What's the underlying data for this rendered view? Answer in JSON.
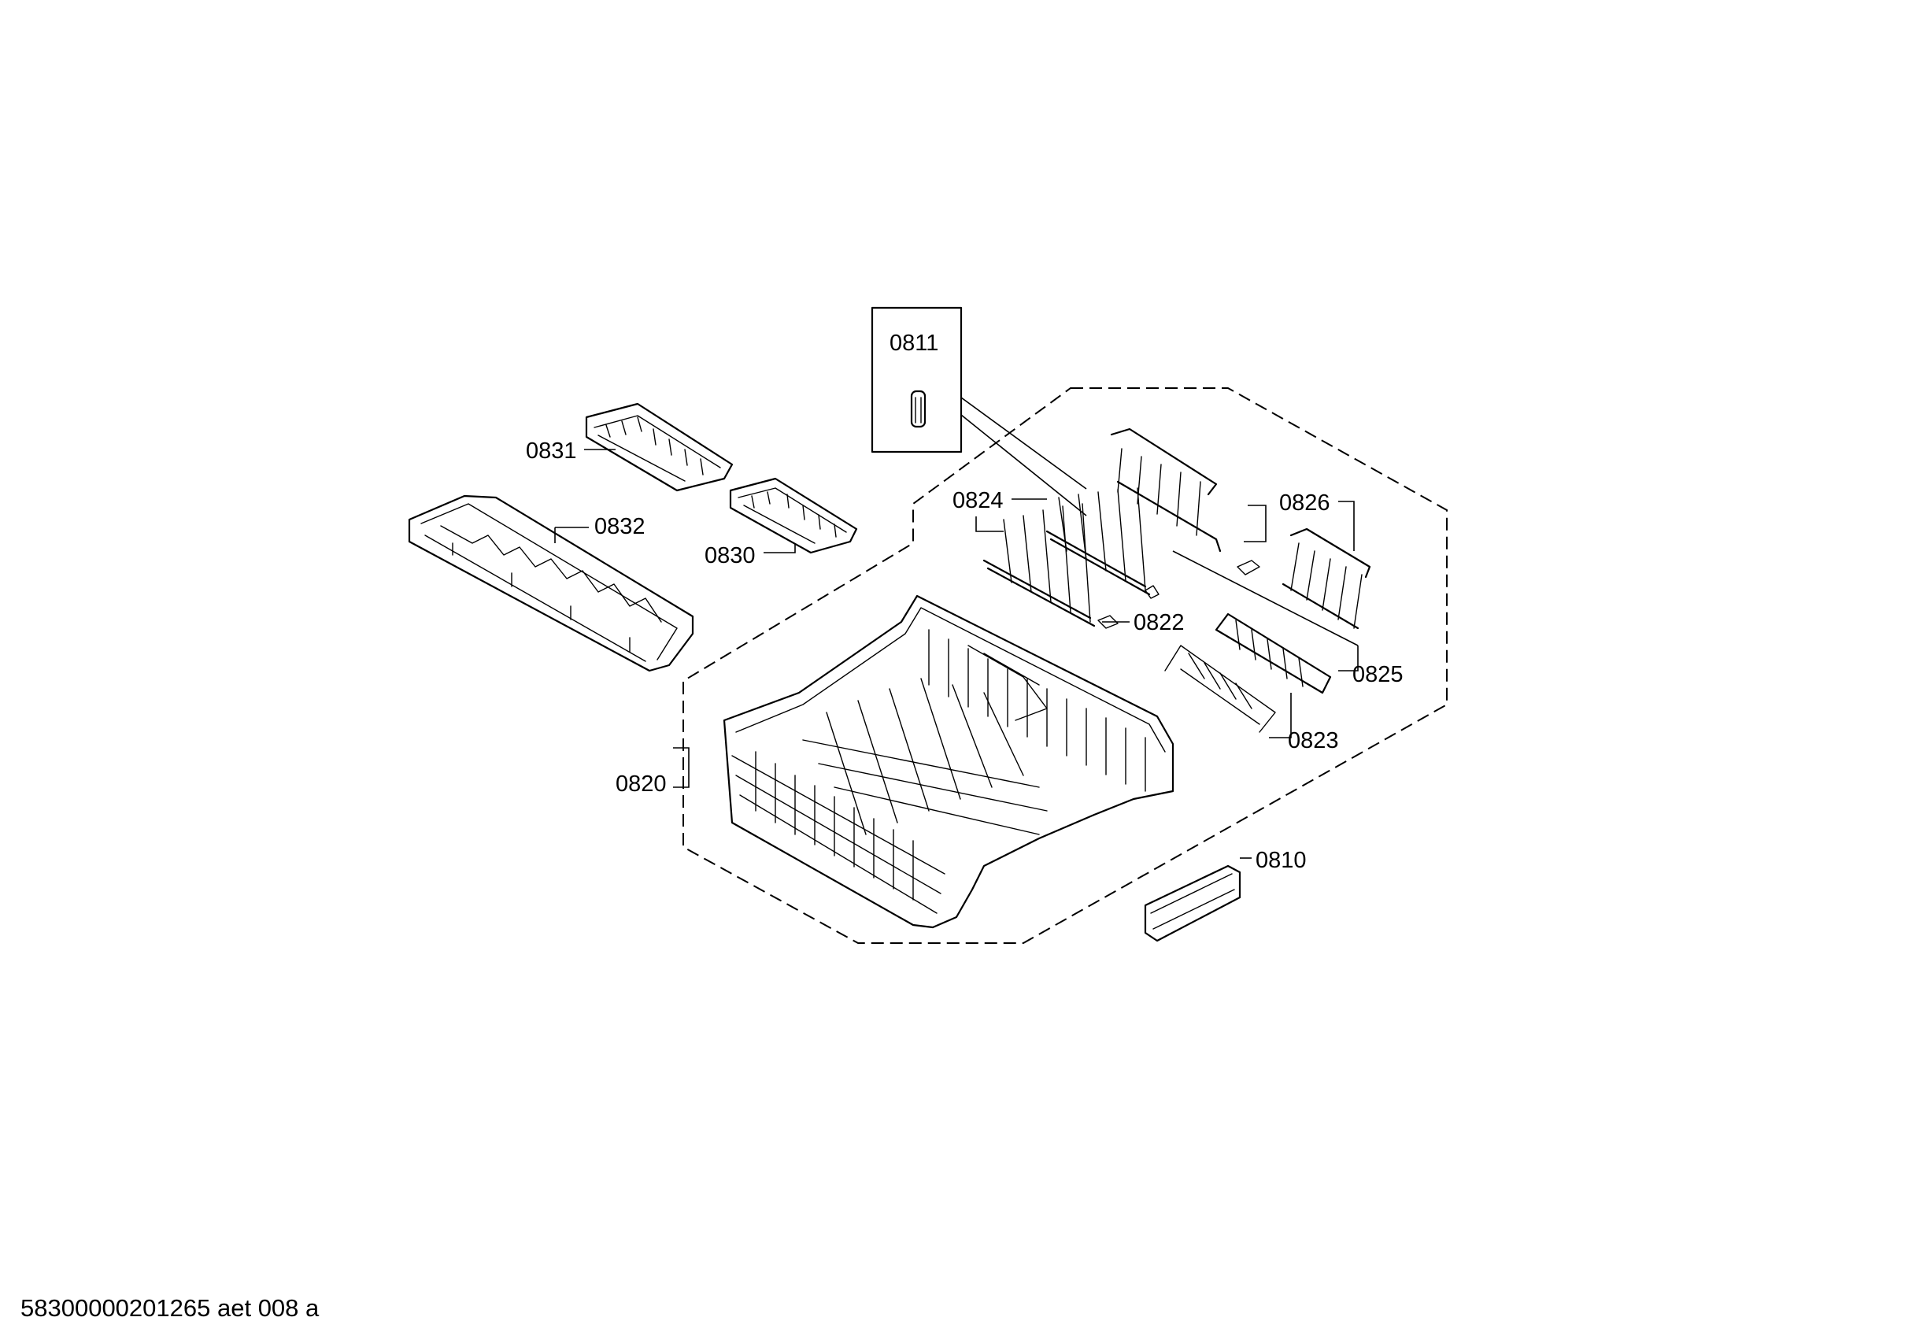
{
  "labels": {
    "p0811": "0811",
    "p0831": "0831",
    "p0832": "0832",
    "p0830": "0830",
    "p0824": "0824",
    "p0826": "0826",
    "p0822": "0822",
    "p0825": "0825",
    "p0823": "0823",
    "p0820": "0820",
    "p0810": "0810"
  },
  "footer": {
    "document_id": "58300000201265 aet 008 a"
  }
}
